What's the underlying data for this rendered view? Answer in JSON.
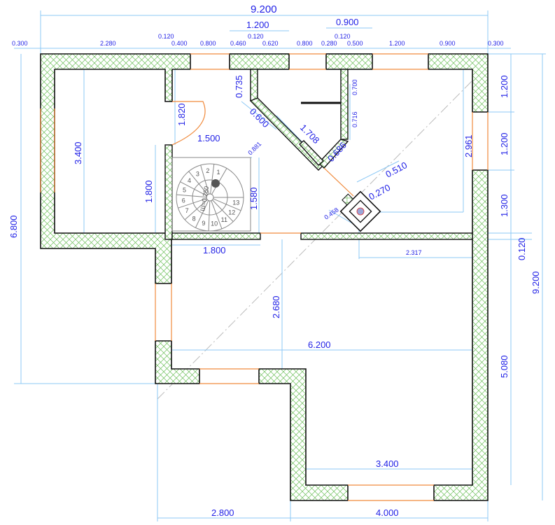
{
  "colors": {
    "wall_outline": "#111111",
    "hatch": "#6dbf5a",
    "dimension_line": "#8cc8f5",
    "dimension_text": "#1f1fe6",
    "opening": "#f08a3c"
  },
  "dims": {
    "top_total": "9.200",
    "top_1200a": "1.200",
    "top_0900a": "0.900",
    "t_0300a": "0.300",
    "t_2280": "2.280",
    "t_0120a": "0.120",
    "t_0400": "0.400",
    "t_0800a": "0.800",
    "t_0460": "0.460",
    "t_0120b": "0.120",
    "t_0620": "0.620",
    "t_0800b": "0.800",
    "t_0280": "0.280",
    "t_0120c": "0.120",
    "t_0500": "0.500",
    "t_1200b": "1.200",
    "t_0900b": "0.900",
    "t_0300b": "0.300",
    "r_1200a": "1.200",
    "r_1200b": "1.200",
    "r_1300": "1.300",
    "r_0120": "0.120",
    "r_9200": "9.200",
    "r_5080": "5.080",
    "l_6800": "6.800",
    "room_3400": "3.400",
    "door_1820": "1.820",
    "stair_1500": "1.500",
    "stair_1800": "1.800",
    "stair_1580": "1.580",
    "d_0881": "0.881",
    "d_0735": "0.735",
    "d_0600": "0.600",
    "d_1708": "1.708",
    "d_0686": "0.686",
    "d_0700": "0.700",
    "d_0716": "0.716",
    "d_2961": "2.961",
    "d_0510": "0.510",
    "d_0270": "0.270",
    "d_0458": "0.458",
    "h_1800": "1.800",
    "h_2317": "2.317",
    "v_2680": "2.680",
    "h_6200": "6.200",
    "b_3400": "3.400",
    "b_2800": "2.800",
    "b_4000": "4.000"
  },
  "stair": {
    "steps": [
      "1",
      "2",
      "3",
      "4",
      "5",
      "6",
      "7",
      "8",
      "9",
      "10",
      "11",
      "12",
      "13"
    ],
    "tread": "Ш=0.250"
  }
}
